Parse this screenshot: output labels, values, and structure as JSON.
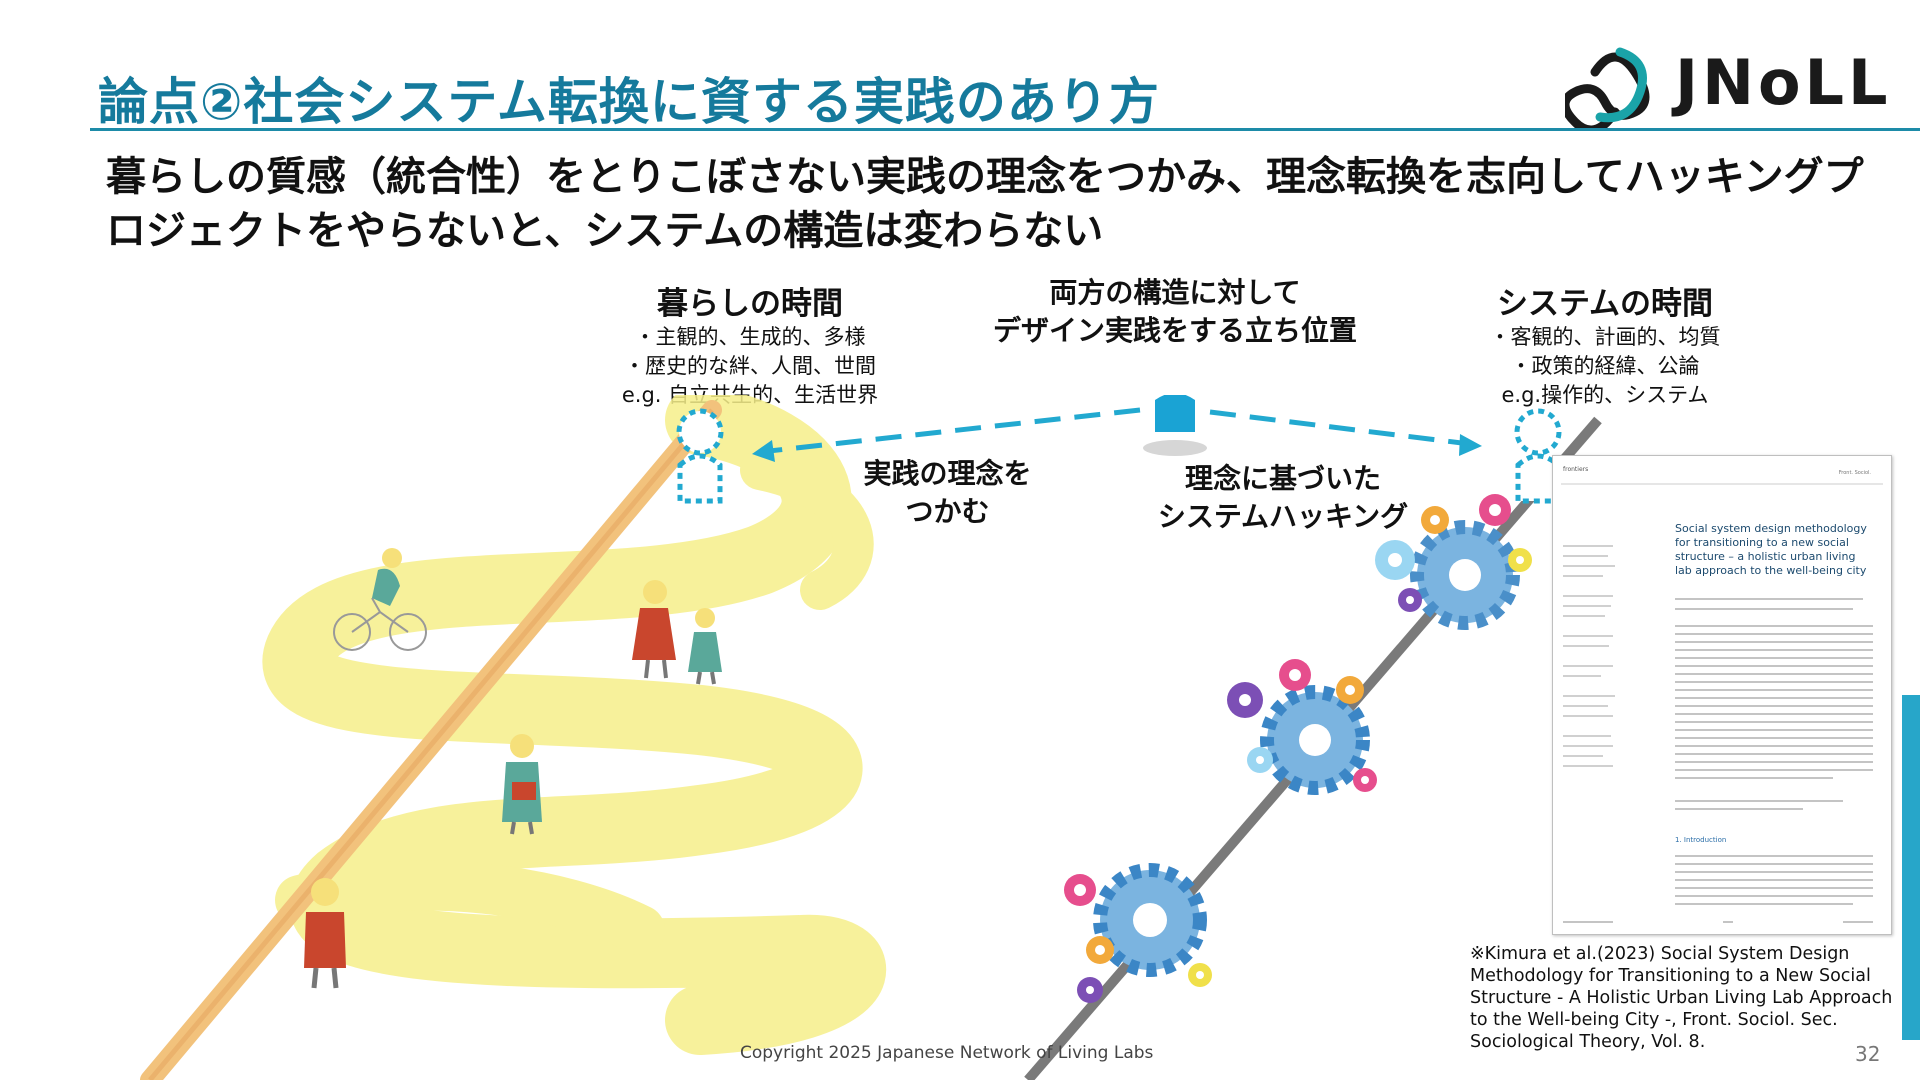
{
  "title": "論点②社会システム転換に資する実践のあり方",
  "logo": {
    "text": "JNoLL",
    "colors": {
      "teal": "#1aa3a8",
      "dark": "#1a1a1a"
    }
  },
  "subtitle": "暮らしの質感（統合性）をとりこぼさない実践の理念をつかみ、理念転換を志向してハッキングプロジェクトをやらないと、システムの構造は変わらない",
  "left_column": {
    "heading": "暮らしの時間",
    "lines": [
      "・主観的、生成的、多様",
      "・歴史的な絆、人間、世間",
      "e.g. 自立共生的、生活世界"
    ]
  },
  "center": {
    "heading_line1": "両方の構造に対して",
    "heading_line2": "デザイン実践をする立ち位置"
  },
  "right_column": {
    "heading": "システムの時間",
    "lines": [
      "・客観的、計画的、均質",
      "・政策的経緯、公論",
      "e.g.操作的、システム"
    ]
  },
  "callouts": {
    "left_line1": "実践の理念を",
    "left_line2": "つかむ",
    "right_line1": "理念に基づいた",
    "right_line2": "システムハッキング"
  },
  "paper": {
    "header_left": "frontiers",
    "header_right": "Front. Sociol.",
    "title": "Social system design methodology for transitioning to a new social structure – a holistic urban living lab approach to the well-being city",
    "section": "1. Introduction"
  },
  "citation": "※Kimura et al.(2023) Social System Design Methodology for Transitioning to a New Social Structure - A Holistic Urban Living Lab Approach to the Well-being City -, Front. Sociol. Sec. Sociological Theory, Vol. 8.",
  "copyright": "Copyright 2025  Japanese Network of Living Labs",
  "page_number": "32",
  "colors": {
    "title": "#157a9c",
    "accent": "#1d8ba8",
    "person": "#1aa3d4",
    "arrow": "#22a9d0",
    "road": "#f6ef8a",
    "pole": "#f2c27c",
    "diagonal": "#7a7a7a"
  },
  "icons": [
    "person-icon",
    "dashed-person-icon",
    "gear-icon",
    "cyclist-icon",
    "walker-icon"
  ]
}
